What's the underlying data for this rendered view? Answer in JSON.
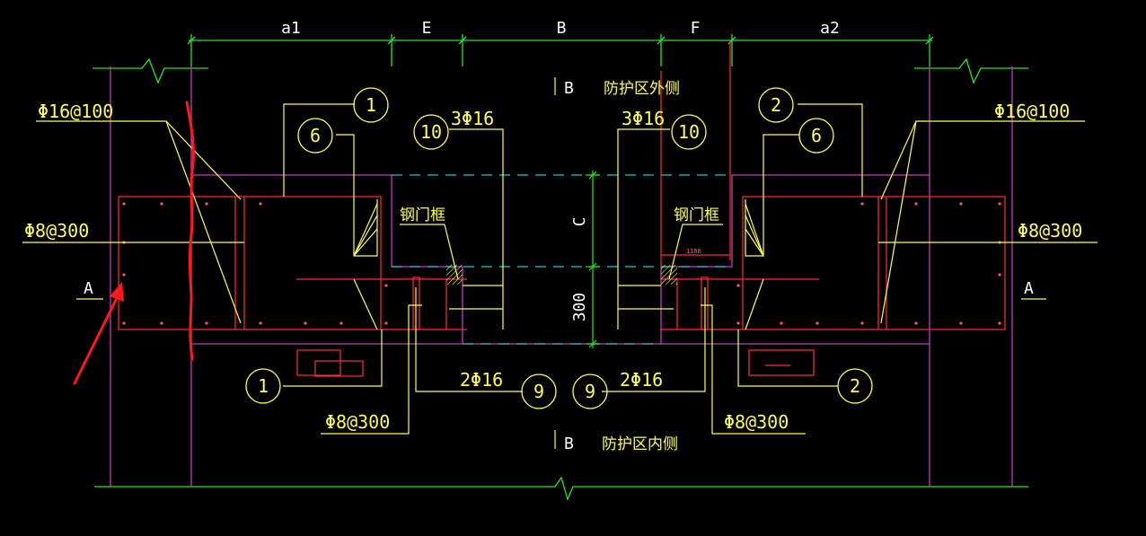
{
  "dimensions": {
    "a1": "a1",
    "E": "E",
    "B": "B",
    "F": "F",
    "a2": "a2",
    "C": "C",
    "d300": "300",
    "small": "1188"
  },
  "section_marks": {
    "top_B": "B",
    "bottom_B": "B",
    "left_A": "A",
    "right_A": "A"
  },
  "zone_labels": {
    "outer": "防护区外侧",
    "inner": "防护区内侧"
  },
  "rebar_labels": {
    "left_top_stirrup": "Φ16@100",
    "right_top_stirrup": "Φ16@100",
    "left_mid": "Φ8@300",
    "right_mid": "Φ8@300",
    "left_top_bar": "3Φ16",
    "right_top_bar": "3Φ16",
    "left_bot_bar": "2Φ16",
    "right_bot_bar": "2Φ16",
    "left_bot_stirrup": "Φ8@300",
    "right_bot_stirrup": "Φ8@300"
  },
  "frame_labels": {
    "left": "钢门框",
    "right": "钢门框"
  },
  "callouts": {
    "c1_top": "1",
    "c6_left": "6",
    "c10_left": "10",
    "c10_right": "10",
    "c2_top": "2",
    "c6_right": "6",
    "c1_bot": "1",
    "c9_left": "9",
    "c9_right": "9",
    "c2_bot": "2"
  },
  "colors": {
    "background": "#000000",
    "dimension_green": "#27e627",
    "text_yellow": "#ffff4a",
    "concrete_red": "#ff2d2d",
    "wall_magenta": "#c23ac2",
    "axis_cyan": "#20c8c8",
    "markup_red": "#ff1a1a",
    "text_white": "#ffffff"
  }
}
